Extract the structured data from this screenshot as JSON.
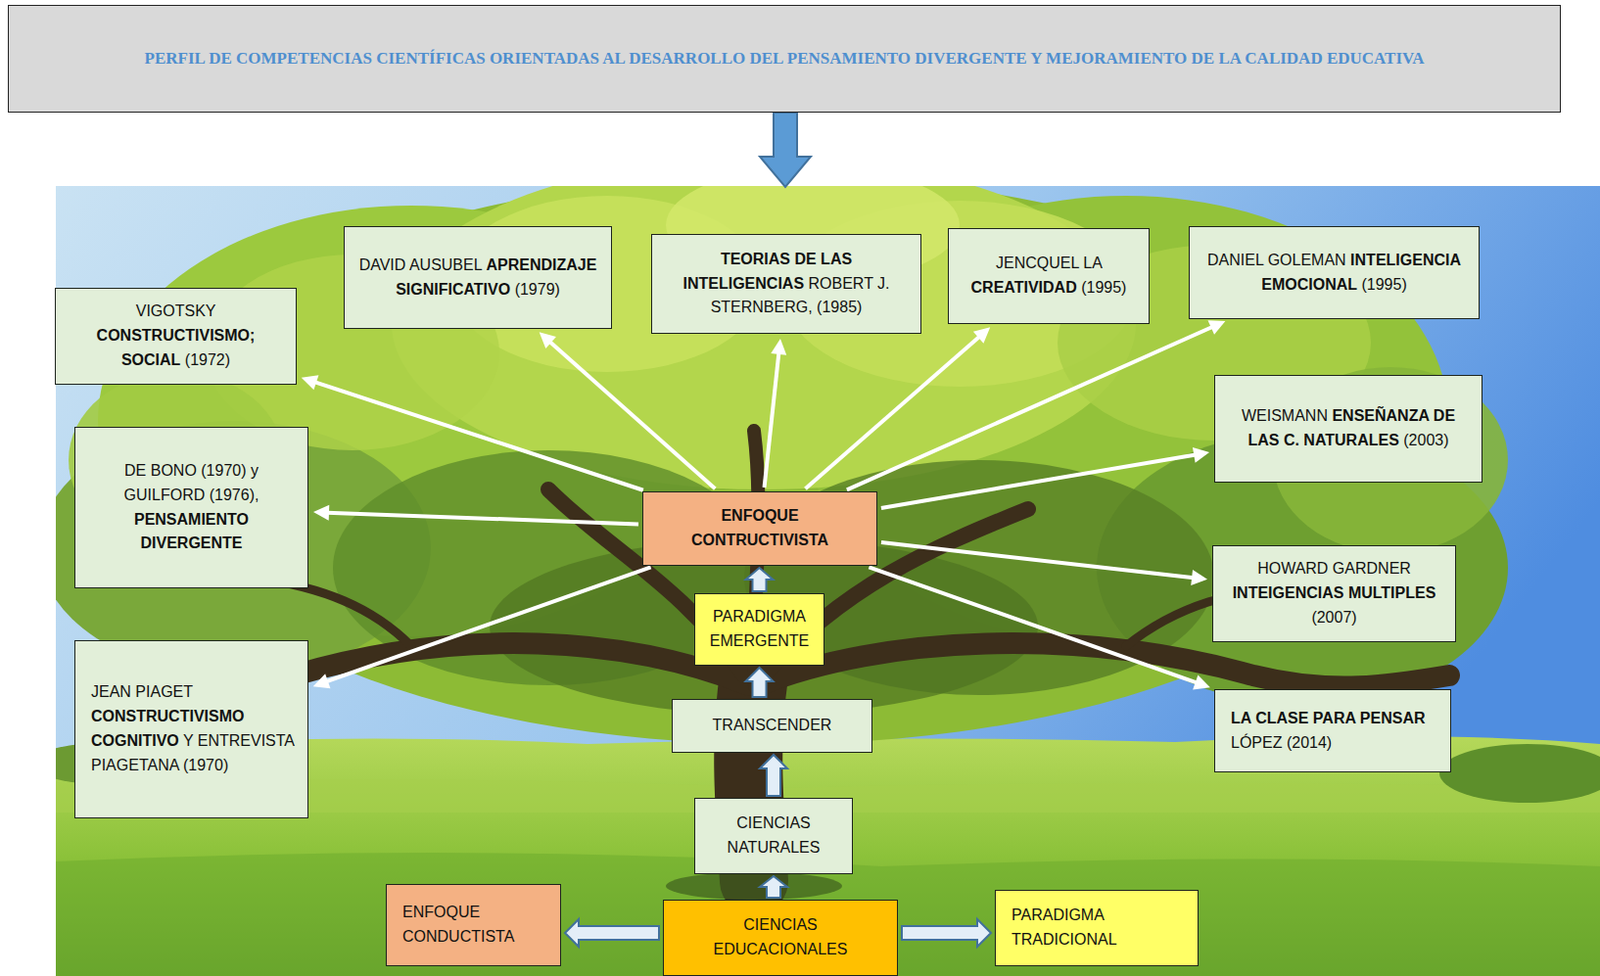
{
  "diagram": {
    "title": "PERFIL DE COMPETENCIAS CIENTÍFICAS ORIENTADAS AL DESARROLLO DEL PENSAMIENTO DIVERGENTE Y MEJORAMIENTO DE LA CALIDAD EDUCATIVA",
    "nodes": [
      {
        "text": [
          "DAVID AUSUBEL",
          "APRENDIZAJE SIGNIFICATIVO",
          "(1979)"
        ]
      },
      {
        "text": [
          "TEORIAS DE LAS INTELIGENCIAS",
          "ROBERT J. STERNBERG, (1985)"
        ]
      },
      {
        "text": [
          "JENCQUEL LA",
          "CREATIVIDAD",
          "(1995)"
        ]
      },
      {
        "text": [
          "DANIEL GOLEMAN",
          "INTELIGENCIA EMOCIONAL",
          "(1995)"
        ]
      },
      {
        "text": [
          "VIGOTSKY",
          "CONSTRUCTIVISMO; SOCIAL",
          "(1972)"
        ]
      },
      {
        "text": [
          "WEISMANN",
          "ENSEÑANZA DE LAS C. NATURALES",
          "(2003)"
        ]
      },
      {
        "text": [
          "DE BONO (1970) y GUILFORD (1976),",
          "PENSAMIENTO DIVERGENTE"
        ]
      },
      {
        "text": [
          "ENFOQUE CONTRUCTIVISTA"
        ]
      },
      {
        "text": [
          "HOWARD GARDNER",
          "INTEIGENCIAS MULTIPLES",
          "(2007)"
        ]
      },
      {
        "text": [
          "PARADIGMA EMERGENTE"
        ]
      },
      {
        "text": [
          "JEAN PIAGET",
          "CONSTRUCTIVISMO COGNITIVO",
          "Y ENTREVISTA PIAGETANA (1970)"
        ]
      },
      {
        "text": [
          "TRANSCENDER"
        ]
      },
      {
        "text": [
          "LA CLASE PARA PENSAR",
          "LÓPEZ (2014)"
        ]
      },
      {
        "text": [
          "CIENCIAS NATURALES"
        ]
      },
      {
        "text": [
          "ENFOQUE CONDUCTISTA"
        ]
      },
      {
        "text": [
          "CIENCIAS EDUCACIONALES"
        ]
      },
      {
        "text": [
          "PARADIGMA TRADICIONAL"
        ]
      }
    ],
    "edges": [
      {
        "from": 15,
        "to": 14,
        "arrow": "to"
      },
      {
        "from": 15,
        "to": 16,
        "arrow": "to"
      },
      {
        "from": 15,
        "to": 13,
        "arrow": "to"
      },
      {
        "from": 13,
        "to": 11,
        "arrow": "to"
      },
      {
        "from": 11,
        "to": 9,
        "arrow": "to"
      },
      {
        "from": 9,
        "to": 7,
        "arrow": "to"
      },
      {
        "from": 7,
        "to": 0,
        "arrow": "to"
      },
      {
        "from": 7,
        "to": 1,
        "arrow": "to"
      },
      {
        "from": 7,
        "to": 2,
        "arrow": "to"
      },
      {
        "from": 7,
        "to": 3,
        "arrow": "to"
      },
      {
        "from": 7,
        "to": 4,
        "arrow": "to"
      },
      {
        "from": 7,
        "to": 5,
        "arrow": "to"
      },
      {
        "from": 7,
        "to": 6,
        "arrow": "to"
      },
      {
        "from": 7,
        "to": 8,
        "arrow": "to"
      },
      {
        "from": 7,
        "to": 10,
        "arrow": "to"
      },
      {
        "from": 7,
        "to": 12,
        "arrow": "to"
      }
    ]
  }
}
